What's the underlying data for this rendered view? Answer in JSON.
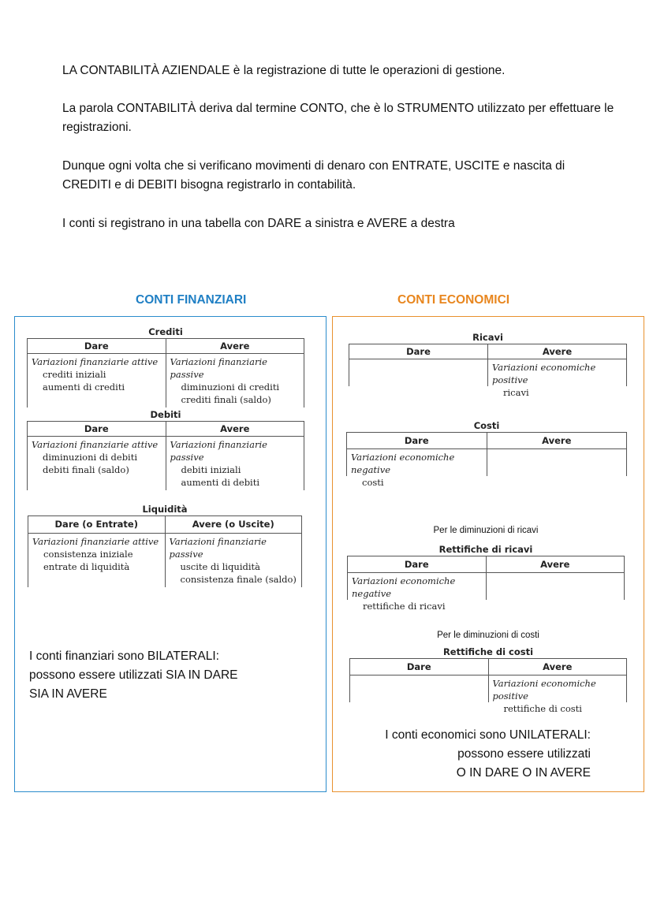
{
  "intro": {
    "p1": "LA CONTABILITÀ AZIENDALE è la registrazione di tutte le operazioni di gestione.",
    "p2": "La parola CONTABILITÀ deriva dal termine CONTO, che è lo STRUMENTO utilizzato per effettuare le registrazioni.",
    "p3": "Dunque ogni volta che si verificano movimenti di denaro con ENTRATE, USCITE e nascita di CREDITI e di DEBITI bisogna registrarlo in contabilità.",
    "p4": "I conti si registrano in una tabella con DARE a sinistra e AVERE a destra"
  },
  "colors": {
    "finanziari": "#1f7fc4",
    "economici": "#e8861e"
  },
  "finanziari": {
    "title": "CONTI FINANZIARI",
    "crediti": {
      "title": "Crediti",
      "dare": "Dare",
      "avere": "Avere",
      "left": [
        "Variazioni finanziarie attive",
        "crediti iniziali",
        "aumenti di crediti"
      ],
      "right": [
        "Variazioni finanziarie passive",
        "diminuzioni di crediti",
        "crediti finali (saldo)"
      ]
    },
    "debiti": {
      "title": "Debiti",
      "dare": "Dare",
      "avere": "Avere",
      "left": [
        "Variazioni finanziarie attive",
        "diminuzioni di debiti",
        "debiti finali (saldo)"
      ],
      "right": [
        "Variazioni finanziarie passive",
        "debiti iniziali",
        "aumenti di debiti"
      ]
    },
    "liquidita": {
      "title": "Liquidità",
      "dare": "Dare (o Entrate)",
      "avere": "Avere (o Uscite)",
      "left": [
        "Variazioni finanziarie attive",
        "consistenza iniziale",
        "entrate di liquidità"
      ],
      "right": [
        "Variazioni finanziarie passive",
        "uscite di liquidità",
        "consistenza finale (saldo)"
      ]
    },
    "summary": [
      "I conti finanziari sono BILATERALI:",
      "possono essere utilizzati SIA IN DARE",
      "SIA IN AVERE"
    ]
  },
  "economici": {
    "title": "CONTI ECONOMICI",
    "ricavi": {
      "title": "Ricavi",
      "dare": "Dare",
      "avere": "Avere",
      "left": [],
      "right": [
        "Variazioni economiche positive",
        "ricavi"
      ]
    },
    "costi": {
      "title": "Costi",
      "dare": "Dare",
      "avere": "Avere",
      "left": [
        "Variazioni economiche negative",
        "costi"
      ],
      "right": []
    },
    "note_ricavi": "Per le diminuzioni di ricavi",
    "rett_ricavi": {
      "title": "Rettifiche di ricavi",
      "dare": "Dare",
      "avere": "Avere",
      "left": [
        "Variazioni economiche negative",
        "rettifiche di ricavi"
      ],
      "right": []
    },
    "note_costi": "Per le diminuzioni di costi",
    "rett_costi": {
      "title": "Rettifiche di costi",
      "dare": "Dare",
      "avere": "Avere",
      "left": [],
      "right": [
        "Variazioni economiche positive",
        "rettifiche di costi"
      ]
    },
    "summary": [
      "I conti economici sono UNILATERALI:",
      "possono essere utilizzati",
      "O IN DARE O IN AVERE"
    ]
  }
}
